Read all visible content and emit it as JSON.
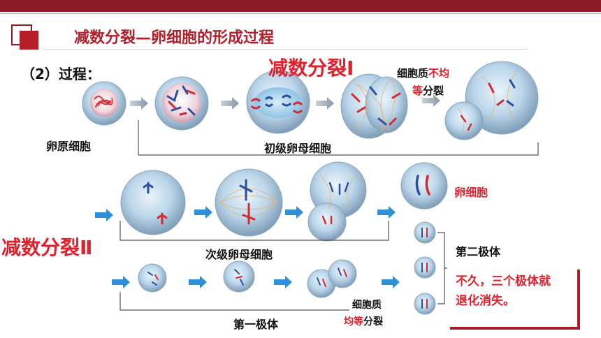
{
  "title": "减数分裂—卵细胞的形成过程",
  "step_label": "（2）过程：",
  "meiosis1_label": "减数分裂Ⅰ",
  "meiosis2_label": "减数分裂Ⅱ",
  "labels": {
    "oogonium": "卵原细胞",
    "primary_oocyte": "初级卵母细胞",
    "secondary_oocyte": "次级卵母细胞",
    "first_polar_body": "第一极体",
    "egg_cell": "卵细胞",
    "second_polar_body": "第二极体",
    "unequal_division": {
      "part1": "细胞质",
      "part2": "不均",
      "part3": "等",
      "part4": "分裂"
    },
    "equal_division": {
      "part1": "细胞质",
      "part2": "均等",
      "part3": "分裂"
    }
  },
  "note": {
    "line1": "不久，三个极体就",
    "line2": "退化消失。"
  },
  "colors": {
    "accent": "#8b1a24",
    "highlight": "#e0202c",
    "arrow": "#2f8fd6",
    "cell_fill": "#bcd6ea",
    "bracket": "#555555"
  }
}
